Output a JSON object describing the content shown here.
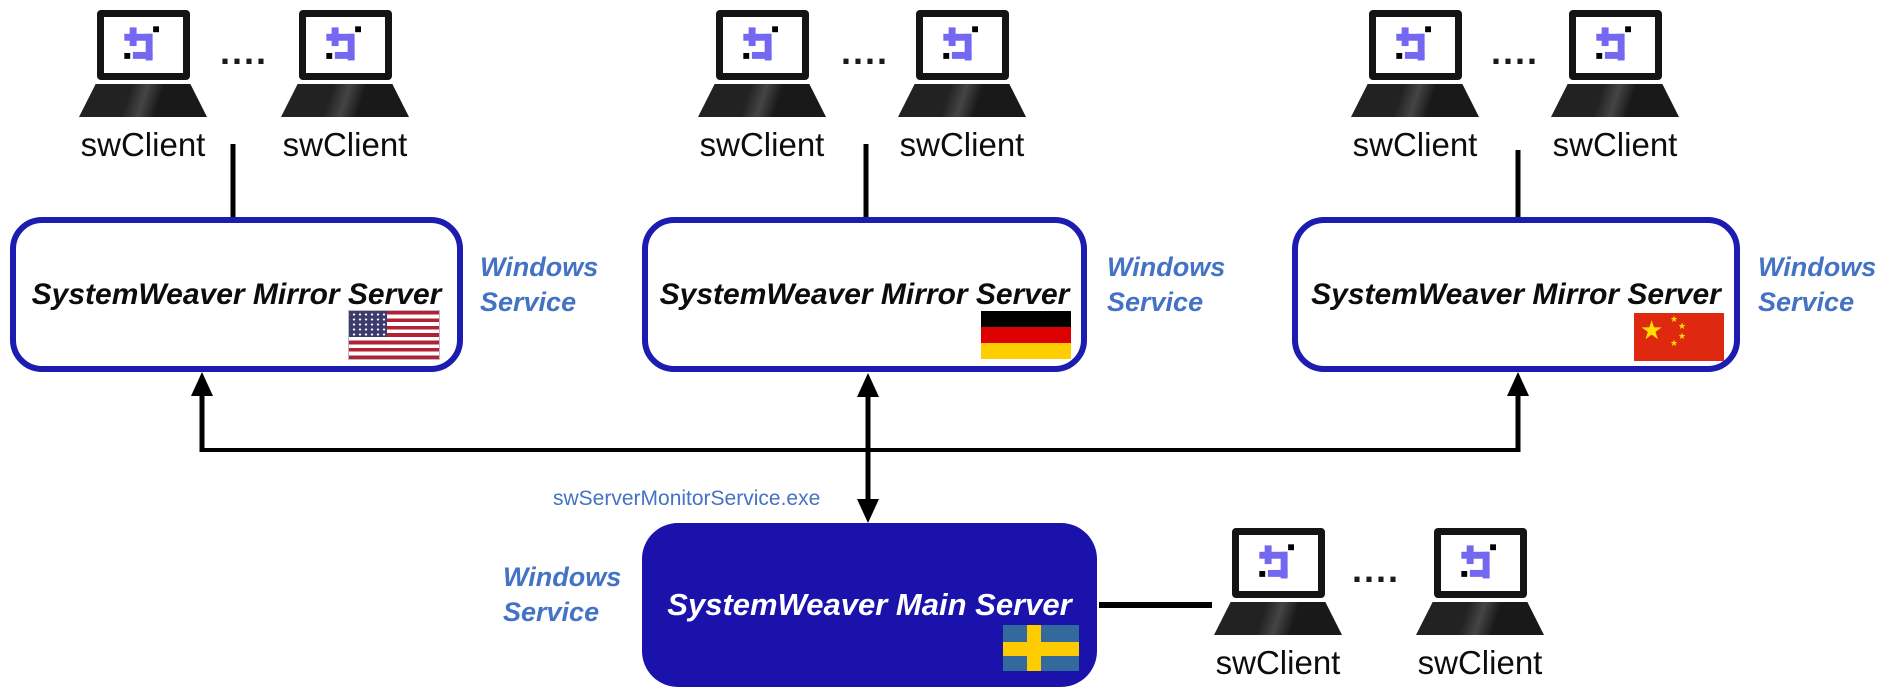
{
  "client_group": {
    "label": "swClient",
    "dots": "...."
  },
  "mirror_servers": [
    {
      "title": "SystemWeaver Mirror Server",
      "flag": "united-states"
    },
    {
      "title": "SystemWeaver Mirror Server",
      "flag": "germany"
    },
    {
      "title": "SystemWeaver Mirror Server",
      "flag": "china"
    }
  ],
  "main_server": {
    "title": "SystemWeaver Main Server",
    "flag": "sweden"
  },
  "windows_service": {
    "line1": "Windows",
    "line2": "Service"
  },
  "monitor_service_label": "swServerMonitorService.exe",
  "icons": {
    "client_screen": "crop-icon",
    "client_device": "laptop-icon"
  },
  "colors": {
    "box_border": "#1c1cb0",
    "main_fill": "#1a12aa",
    "accent_blue": "#4472C4",
    "crop_icon": "#7468f1",
    "connector_black": "#000000"
  }
}
